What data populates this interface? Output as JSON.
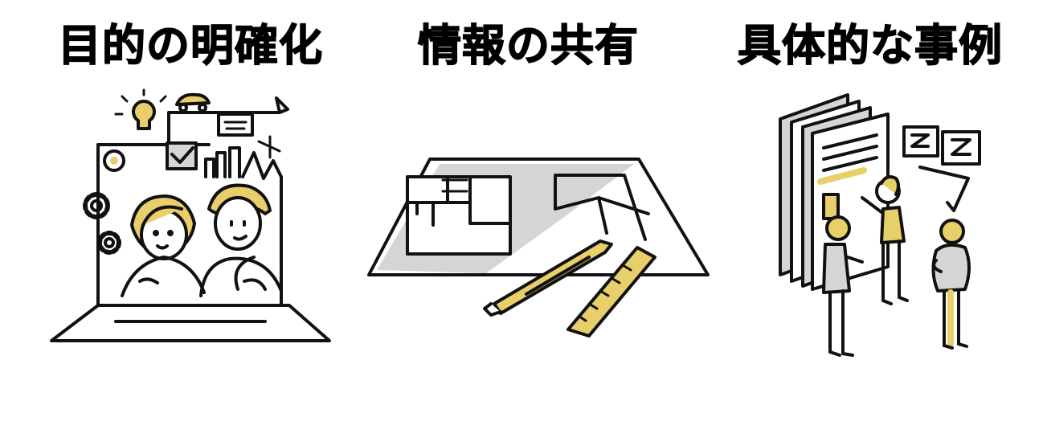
{
  "palette": {
    "ink": "#111111",
    "accent": "#e8cf6a",
    "shade": "#d5d5d5",
    "background": "#ffffff"
  },
  "panels": [
    {
      "heading": "目的の明確化",
      "illustration": "laptop-brainstorm-illustration"
    },
    {
      "heading": "情報の共有",
      "illustration": "blueprint-pen-ruler-illustration"
    },
    {
      "heading": "具体的な事例",
      "illustration": "presentation-board-illustration"
    }
  ]
}
